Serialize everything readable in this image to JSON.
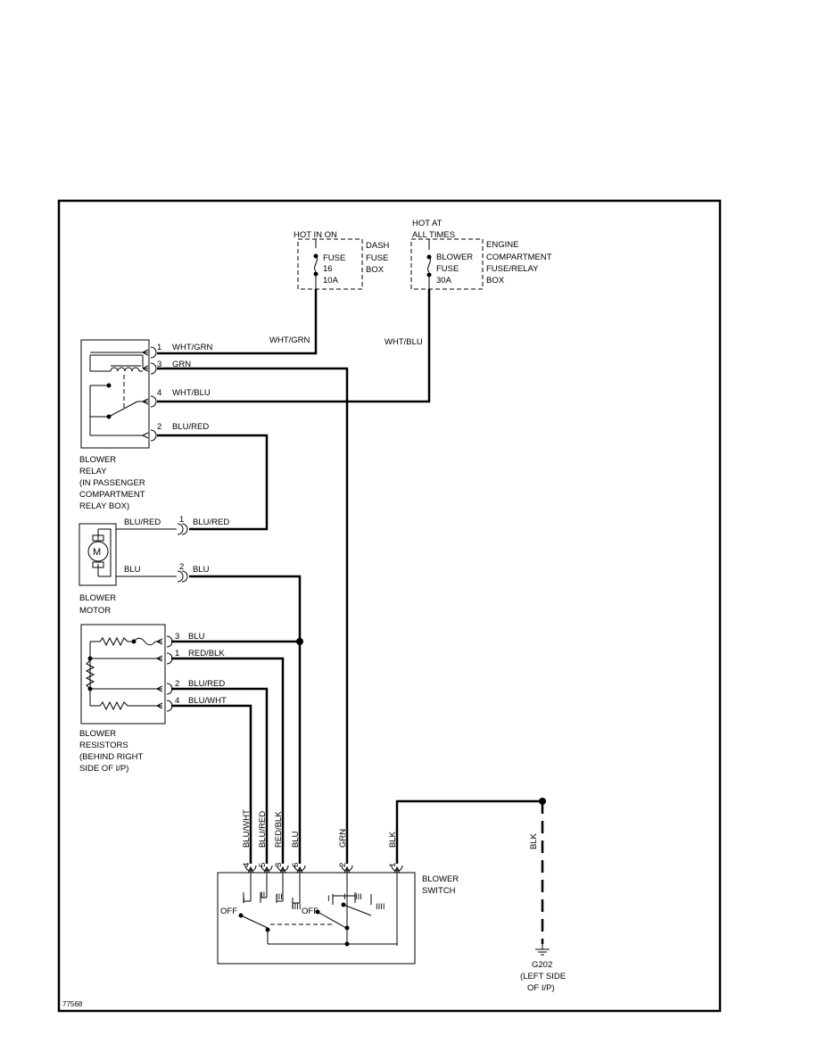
{
  "fig_id": "77568",
  "dash_fuse_box": {
    "hot_label": "HOT IN ON",
    "box_label": [
      "DASH",
      "FUSE",
      "BOX"
    ],
    "fuse_label": [
      "FUSE",
      "16",
      "10A"
    ]
  },
  "engine_fuse_box": {
    "hot_label": [
      "HOT AT",
      "ALL TIMES"
    ],
    "box_label": [
      "ENGINE",
      "COMPARTMENT",
      "FUSE/RELAY",
      "BOX"
    ],
    "fuse_label": [
      "BLOWER",
      "FUSE",
      "30A"
    ]
  },
  "wire_labels": {
    "fuse16_out": "WHT/GRN",
    "blower_fuse_out": "WHT/BLU"
  },
  "blower_relay": {
    "caption": [
      "BLOWER",
      "RELAY",
      "(IN PASSENGER",
      "COMPARTMENT",
      "RELAY BOX)"
    ],
    "pins": [
      {
        "pin": "1",
        "wire": "WHT/GRN"
      },
      {
        "pin": "3",
        "wire": "GRN"
      },
      {
        "pin": "4",
        "wire": "WHT/BLU"
      },
      {
        "pin": "2",
        "wire": "BLU/RED"
      }
    ]
  },
  "blower_motor": {
    "caption": [
      "BLOWER",
      "MOTOR"
    ],
    "symbol": "M",
    "pins": [
      {
        "pin": "1",
        "left_wire": "BLU/RED",
        "wire": "BLU/RED"
      },
      {
        "pin": "2",
        "left_wire": "BLU",
        "wire": "BLU"
      }
    ]
  },
  "blower_resistors": {
    "caption": [
      "BLOWER",
      "RESISTORS",
      "(BEHIND RIGHT",
      "SIDE OF I/P)"
    ],
    "pins": [
      {
        "pin": "3",
        "wire": "BLU"
      },
      {
        "pin": "1",
        "wire": "RED/BLK"
      },
      {
        "pin": "2",
        "wire": "BLU/RED"
      },
      {
        "pin": "4",
        "wire": "BLU/WHT"
      }
    ]
  },
  "blower_switch": {
    "caption": [
      "BLOWER",
      "SWITCH"
    ],
    "pins": [
      {
        "pin": "4",
        "wire": "BLU/WHT"
      },
      {
        "pin": "5",
        "wire": "BLU/RED"
      },
      {
        "pin": "3",
        "wire": "RED/BLK"
      },
      {
        "pin": "6",
        "wire": "BLU"
      },
      {
        "pin": "2",
        "wire": "GRN"
      },
      {
        "pin": "1",
        "wire": "BLK"
      }
    ],
    "positions": [
      "OFF",
      "I",
      "II",
      "III",
      "IIII"
    ]
  },
  "ground": {
    "wire": "BLK",
    "label": [
      "G202",
      "(LEFT SIDE",
      "OF I/P)"
    ]
  }
}
